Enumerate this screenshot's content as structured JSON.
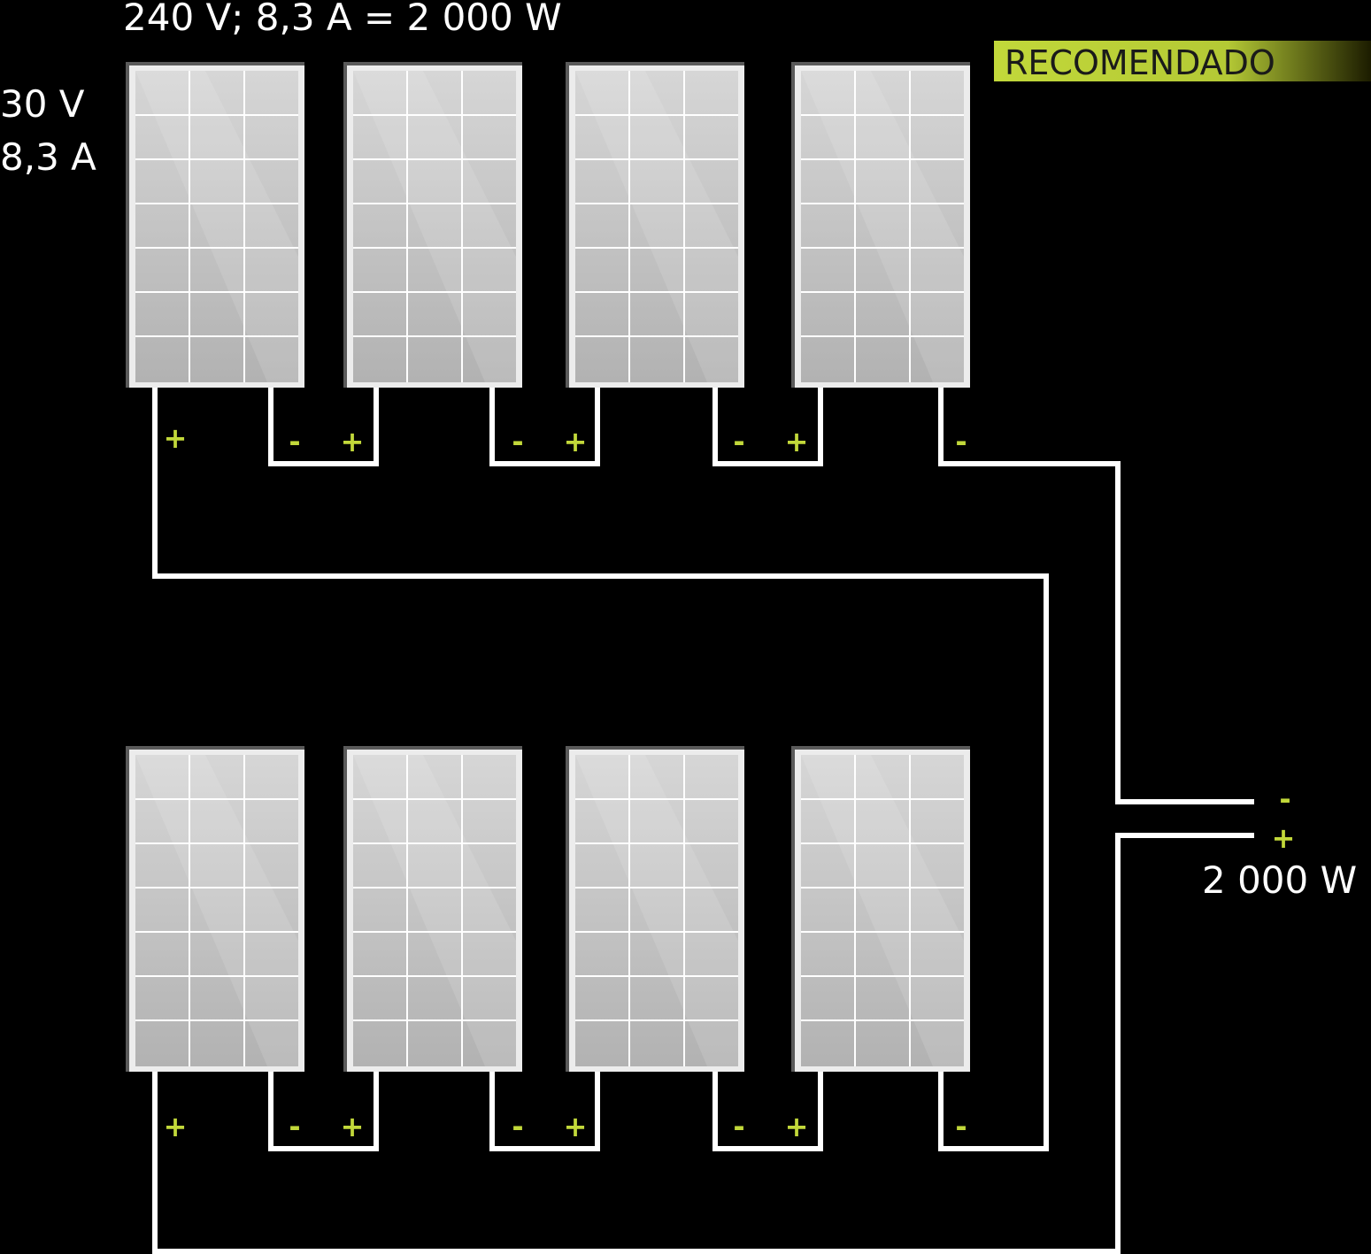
{
  "header": {
    "array_rating": "240 V; 8,3 A = 2 000 W",
    "panel_voltage": "30 V",
    "panel_current": "8,3 A"
  },
  "badge": {
    "label": "RECOMENDADO"
  },
  "output": {
    "neg": "-",
    "pos": "+",
    "power": "2 000 W"
  },
  "strings": [
    {
      "name": "row-top",
      "panel_count": 4,
      "terminals": [
        "+",
        "-",
        "+",
        "-",
        "+",
        "-",
        "+",
        "-"
      ]
    },
    {
      "name": "row-bottom",
      "panel_count": 4,
      "terminals": [
        "+",
        "-",
        "+",
        "-",
        "+",
        "-",
        "+",
        "-"
      ]
    }
  ],
  "colors": {
    "background": "#000000",
    "wire": "#ffffff",
    "terminal_sign": "#c2d83a",
    "panel_cell": "#c8c8c8",
    "badge_gradient_start": "#c2d83a",
    "badge_gradient_end": "#1c1c00"
  }
}
